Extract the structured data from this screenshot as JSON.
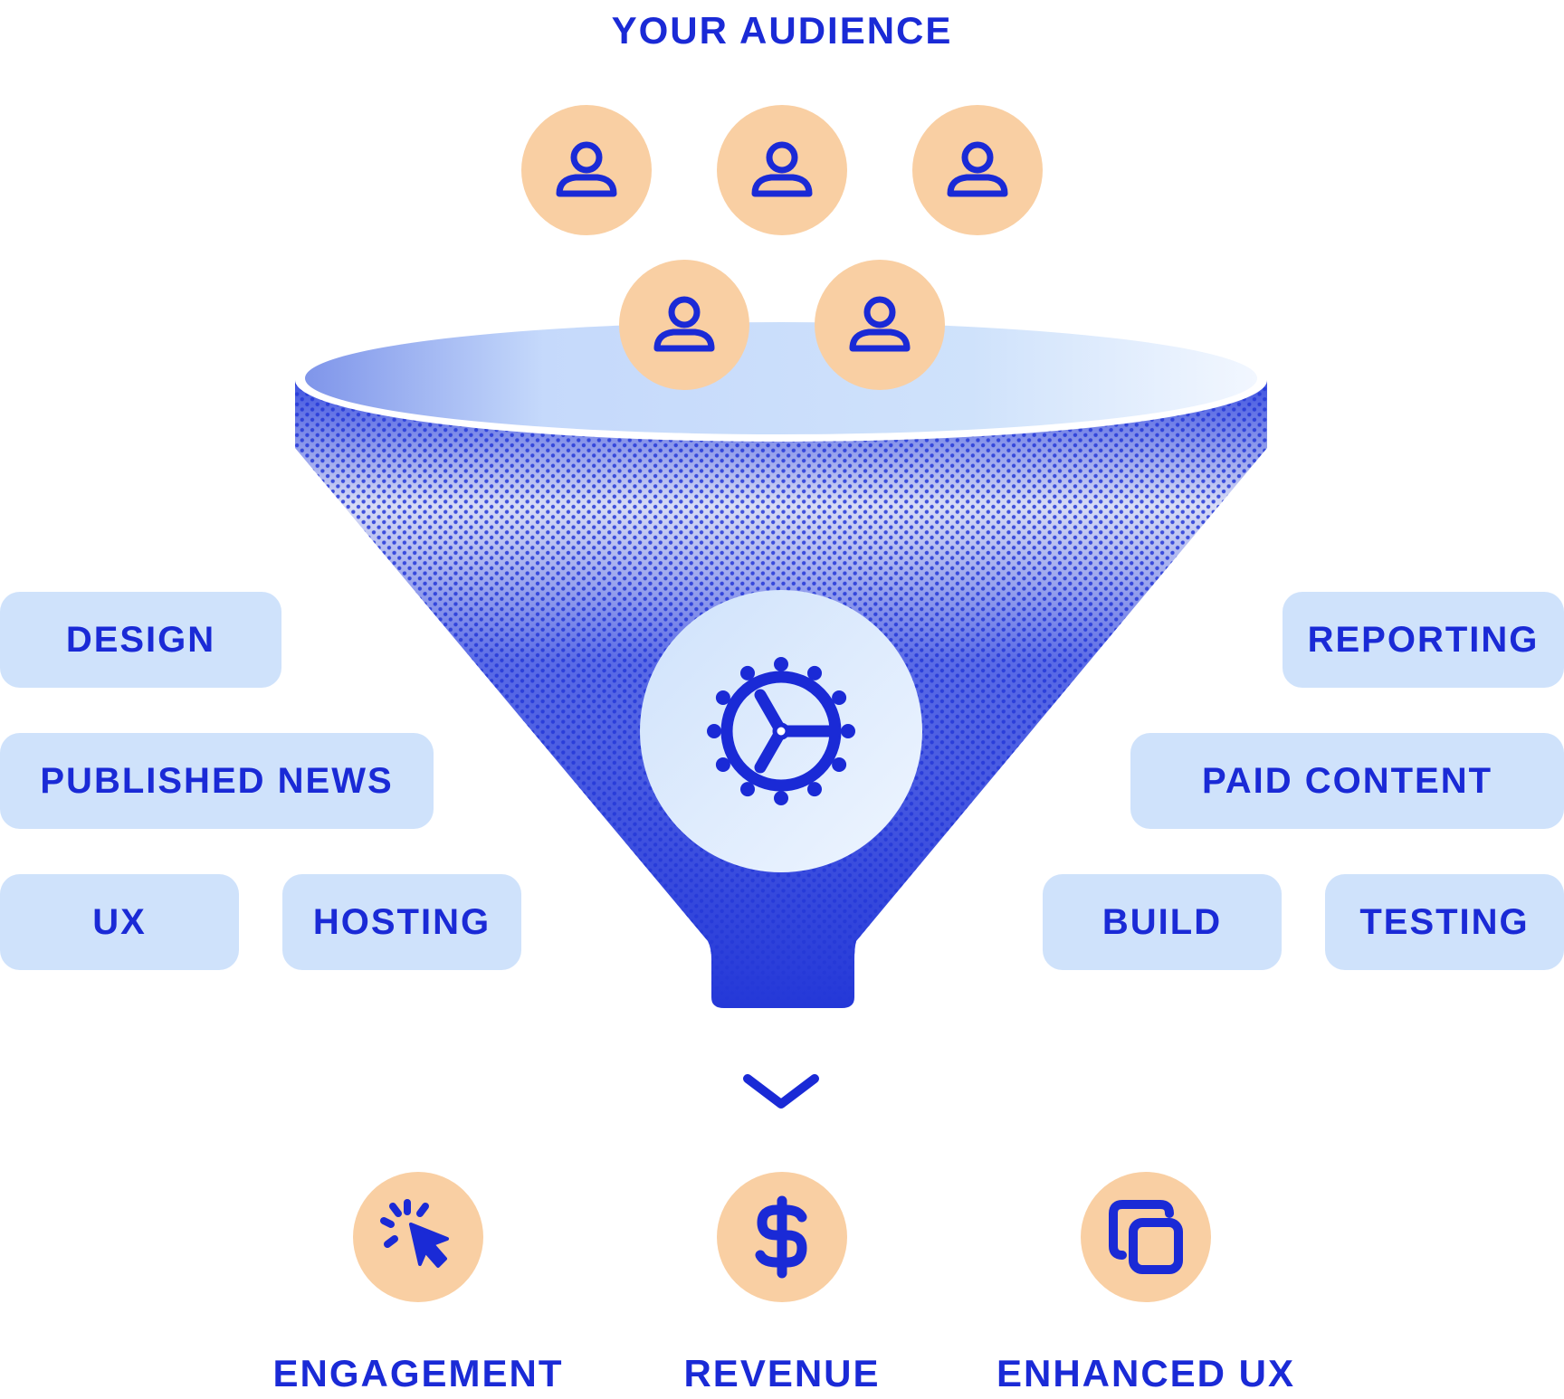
{
  "title": "YOUR AUDIENCE",
  "colors": {
    "primary": "#1a2ad6",
    "pill_bg": "#cfe2fb",
    "circle_bg": "#f9cfa3",
    "background": "#ffffff"
  },
  "audience": [
    {
      "icon": "user-icon"
    },
    {
      "icon": "user-icon"
    },
    {
      "icon": "user-icon"
    },
    {
      "icon": "user-icon"
    },
    {
      "icon": "user-icon"
    }
  ],
  "funnel": {
    "center_icon": "gear-icon",
    "arrow_icon": "chevron-down-icon"
  },
  "left_tags": [
    "DESIGN",
    "PUBLISHED NEWS",
    "UX",
    "HOSTING"
  ],
  "right_tags": [
    "REPORTING",
    "PAID CONTENT",
    "BUILD",
    "TESTING"
  ],
  "outcomes": [
    {
      "label": "ENGAGEMENT",
      "icon": "cursor-click-icon"
    },
    {
      "label": "REVENUE",
      "icon": "dollar-icon"
    },
    {
      "label": "ENHANCED UX",
      "icon": "copy-window-icon"
    }
  ]
}
